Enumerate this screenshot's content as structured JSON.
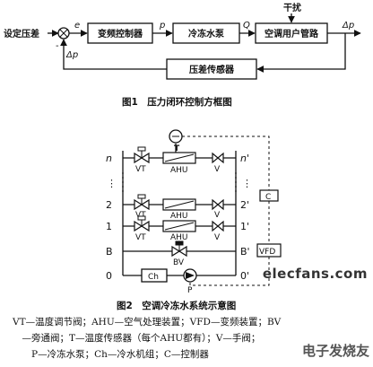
{
  "fig1": {
    "input_label": "设定压差",
    "e_label": "e",
    "p_label": "p",
    "q_label": "Q",
    "disturbance_label": "干扰",
    "delta_p_out": "Δp",
    "delta_p_fb": "Δp",
    "minus_sign": "-",
    "controller": "变频控制器",
    "pump": "冷冻水泵",
    "pipe_network": "空调用户管路",
    "sensor": "压差传感器",
    "caption": "图1　压力闭环控制方框图"
  },
  "fig2": {
    "row_left": {
      "n": "n",
      "dots": "⋮",
      "r2": "2",
      "r1": "1",
      "b": "B",
      "r0": "0"
    },
    "row_right": {
      "n": "n'",
      "dots": "⋮",
      "r2": "2'",
      "r1": "1'",
      "b": "B'",
      "r0": "0'"
    },
    "T_label": "T",
    "vt_n": "VT",
    "ahu_n": "AHU",
    "v_n": "V",
    "vt_2": "VT",
    "ahu_2": "AHU",
    "v_2": "V",
    "vt_1": "VT",
    "ahu_1": "AHU",
    "v_1": "V",
    "bv": "BV",
    "ch": "Ch",
    "pump_label": "P",
    "c_box": "C",
    "vfd_box": "VFD",
    "caption": "图2　空调冷冻水系统示意图"
  },
  "legend": {
    "line1": "VT—温度调节阀；AHU—空气处理装置；VFD—变频装置；BV",
    "line2": "　—旁通阀；T—温度传感器（每个AHU都有）；V—手阀；",
    "line3": "　　P—冷冻水泵；Ch—冷水机组；C—控制器"
  },
  "watermark": {
    "site": "elecfans.com",
    "brand": "电子发烧友"
  }
}
